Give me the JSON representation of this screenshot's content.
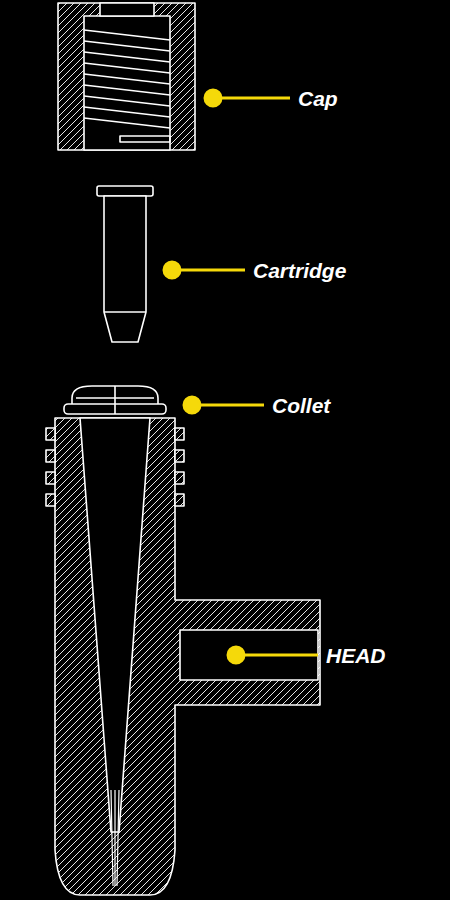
{
  "diagram": {
    "labels": [
      "Cap",
      "Cartridge",
      "Collet",
      "HEAD"
    ]
  }
}
